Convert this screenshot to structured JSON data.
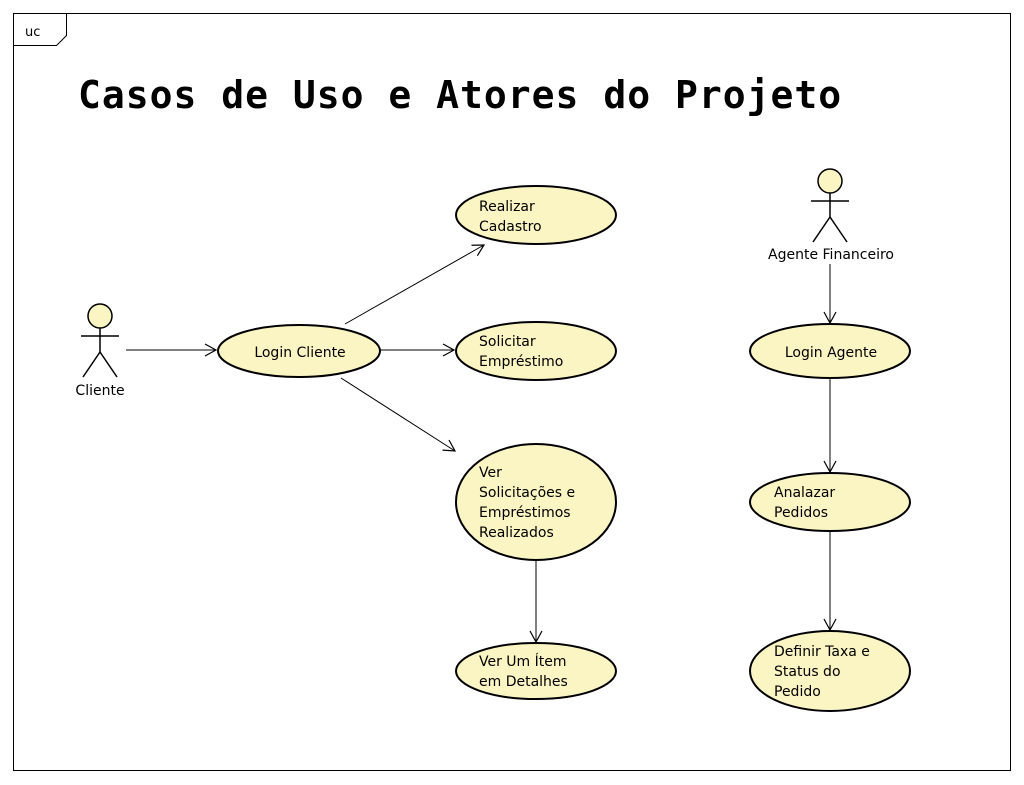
{
  "diagram": {
    "frame_tag": "uc",
    "title": "Casos de Uso e Atores do Projeto",
    "colors": {
      "usecase_fill": "#fbf5c3",
      "actor_head_fill": "#fbf5c3",
      "stroke": "#000000"
    },
    "actors": {
      "cliente": {
        "name": "Cliente"
      },
      "agente": {
        "name": "Agente Financeiro"
      }
    },
    "usecases": {
      "login_cliente": {
        "lines": [
          "Login Cliente"
        ]
      },
      "realizar_cadastro": {
        "lines": [
          "Realizar",
          "Cadastro"
        ]
      },
      "solicitar_emprestimo": {
        "lines": [
          "Solicitar",
          "Empréstimo"
        ]
      },
      "ver_solicitacoes": {
        "lines": [
          "Ver",
          "Solicitações e",
          "Empréstimos",
          "Realizados"
        ]
      },
      "ver_item": {
        "lines": [
          "Ver Um Ítem",
          "em Detalhes"
        ]
      },
      "login_agente": {
        "lines": [
          "Login Agente"
        ]
      },
      "analisar_pedidos": {
        "lines": [
          "Analazar",
          "Pedidos"
        ]
      },
      "definir_taxa": {
        "lines": [
          "Definir Taxa e",
          "Status do",
          "Pedido"
        ]
      }
    }
  }
}
